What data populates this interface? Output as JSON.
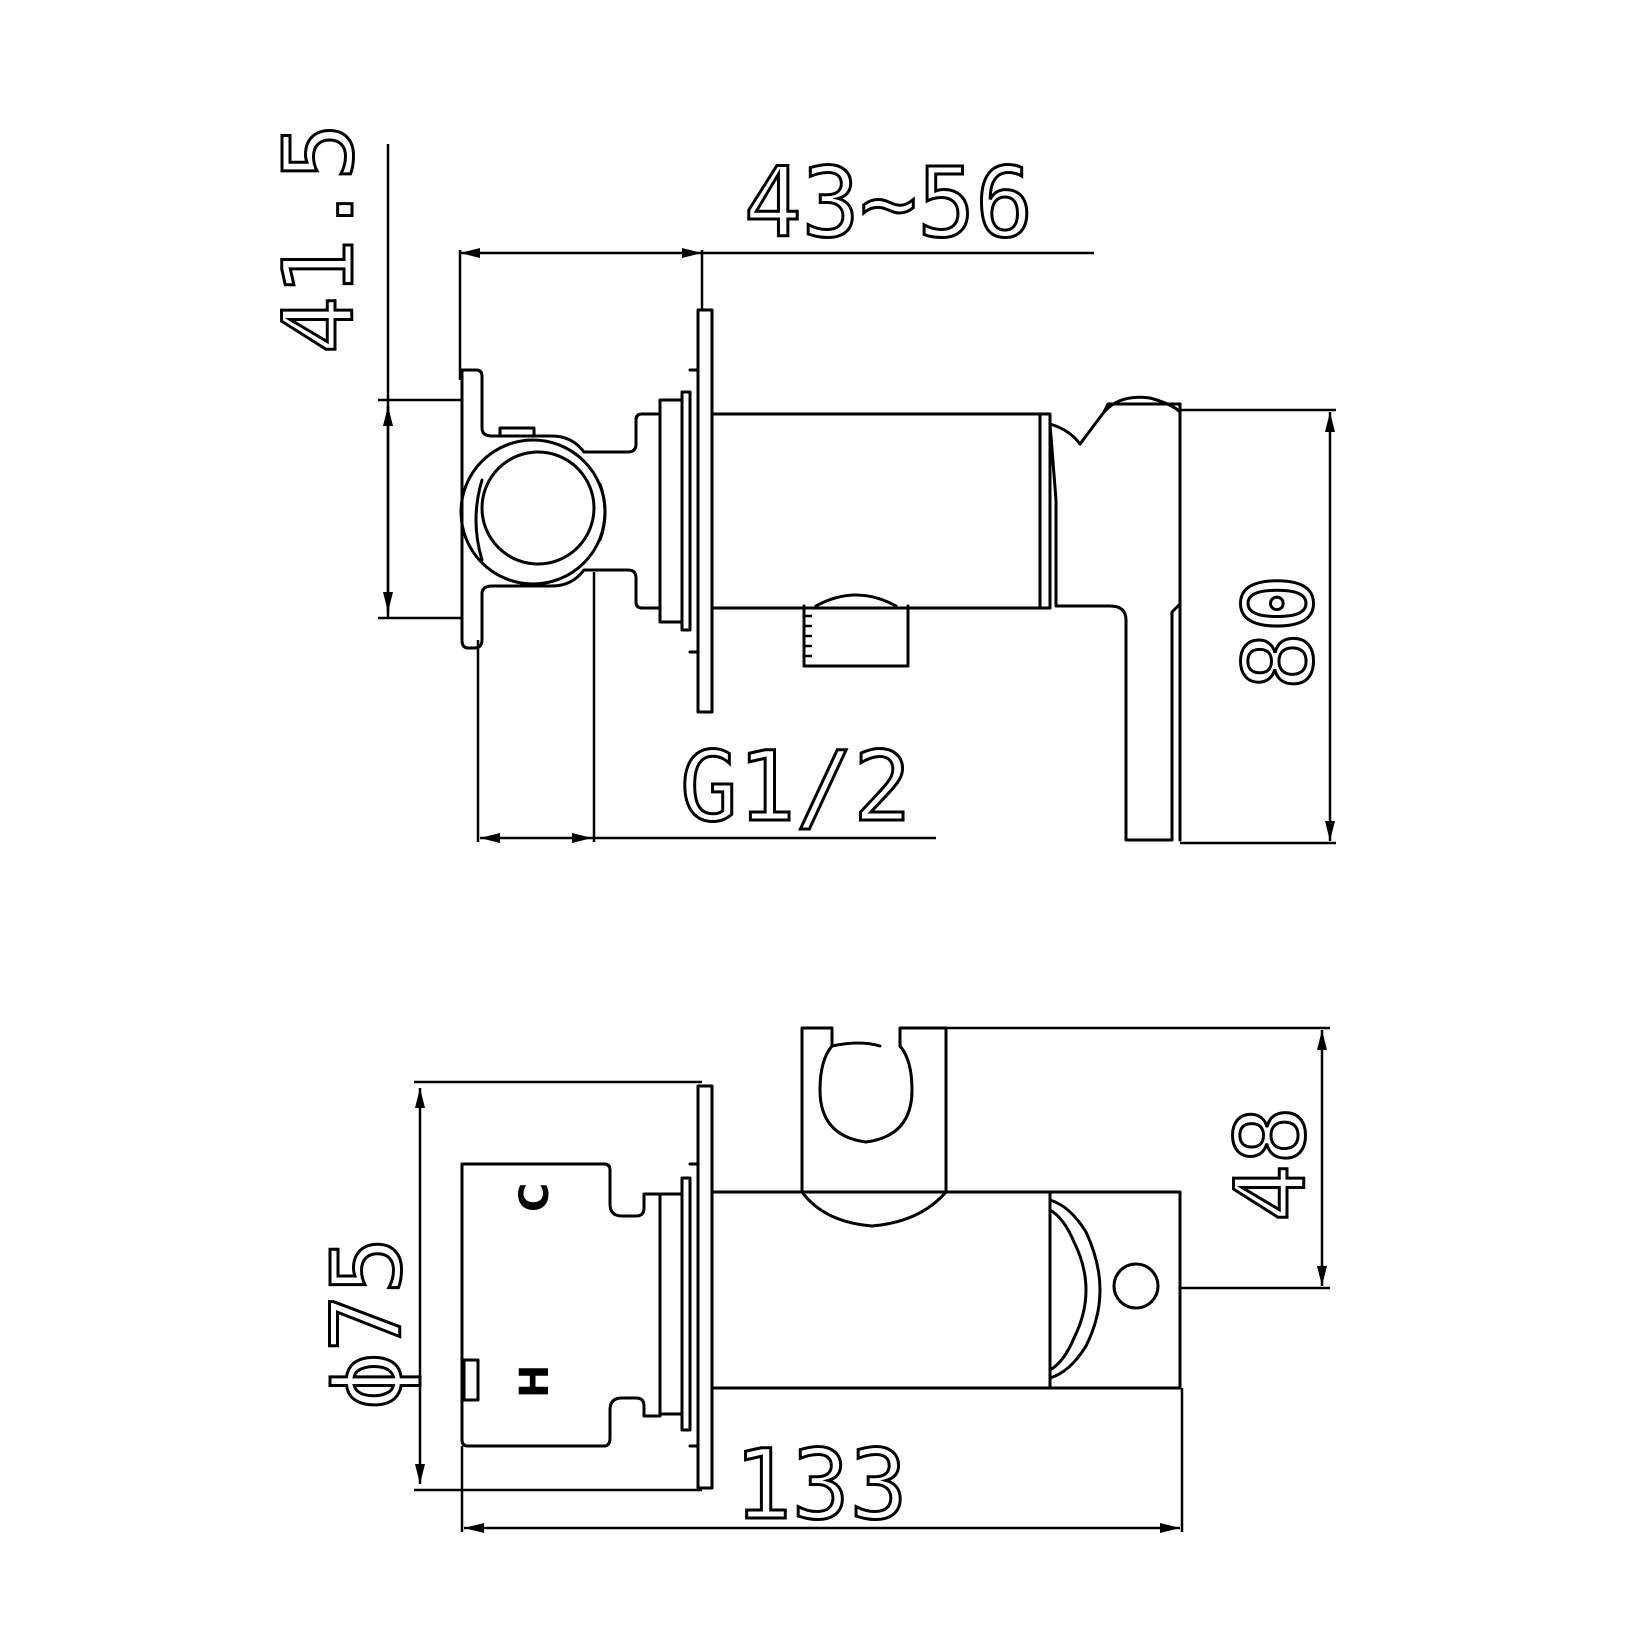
{
  "drawing": {
    "top_view": {
      "dims": {
        "depth_range": "43~56",
        "offset": "41.5",
        "height": "80",
        "thread": "G1/2"
      }
    },
    "front_view": {
      "dims": {
        "plate_diameter": "ϕ75",
        "length": "133",
        "holder_height": "48"
      },
      "marks": {
        "cold": "C",
        "hot": "H"
      }
    }
  }
}
